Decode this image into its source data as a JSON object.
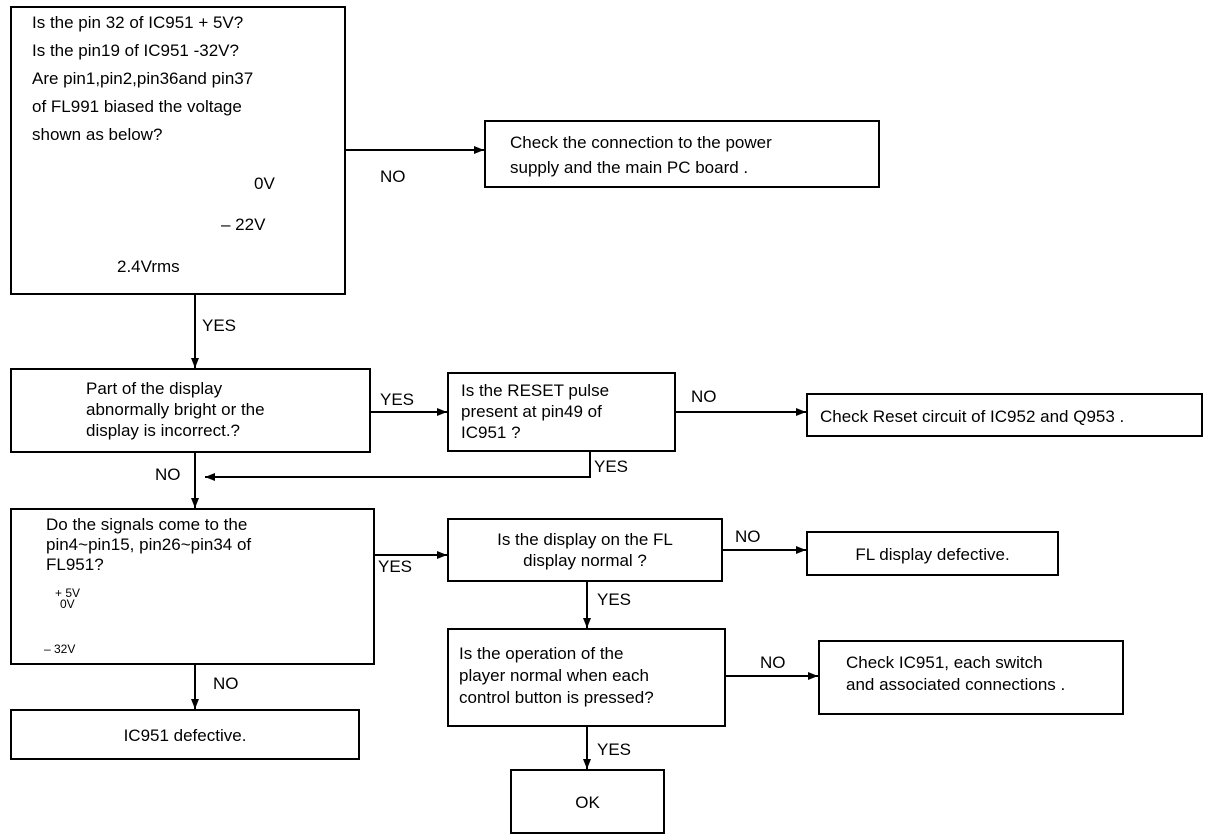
{
  "box1": {
    "lines": [
      "Is the pin 32 of IC951  + 5V?",
      "Is the pin19 of IC951  -32V?",
      "Are pin1,pin2,pin36and pin37",
      "of  FL991 biased the voltage",
      "shown as below?"
    ],
    "wave_0v": "0V",
    "wave_neg22v": "– 22V",
    "wave_rms": "2.4Vrms"
  },
  "box_power": {
    "lines": [
      "Check the connection to the power",
      "supply and the main PC board ."
    ]
  },
  "box_bright": {
    "lines": [
      "Part of the display",
      "abnormally bright or the",
      "display is incorrect.?"
    ]
  },
  "box_reset": {
    "lines": [
      "Is the RESET pulse",
      "present at pin49 of",
      "IC951 ?"
    ]
  },
  "box_reset_circuit": {
    "text": "Check Reset circuit of IC952 and Q953 ."
  },
  "box_signals": {
    "lines": [
      "Do the signals come to the",
      "pin4~pin15, pin26~pin34 of",
      "FL951?"
    ],
    "pulse_5v": "+ 5V",
    "pulse_0v": "0V",
    "pulse_neg32v": "– 32V"
  },
  "box_fl_normal": {
    "lines": [
      "Is the display on the FL",
      "display normal ?"
    ]
  },
  "box_fl_defective": {
    "text": "FL display defective."
  },
  "box_operation": {
    "lines": [
      "Is the operation of the",
      "player normal when each",
      "control button is pressed?"
    ]
  },
  "box_check_ic951": {
    "lines": [
      "Check  IC951, each switch",
      "and associated connections ."
    ]
  },
  "box_ic951_defective": {
    "text": "IC951 defective."
  },
  "box_ok": {
    "text": "OK"
  },
  "labels": {
    "no_power": "NO",
    "yes_1": "YES",
    "yes_bright": "YES",
    "no_reset": "NO",
    "yes_reset": "YES",
    "no_bright": "NO",
    "yes_signals": "YES",
    "no_fl": "NO",
    "yes_fl": "YES",
    "no_signals": "NO",
    "no_operation": "NO",
    "yes_operation": "YES"
  }
}
